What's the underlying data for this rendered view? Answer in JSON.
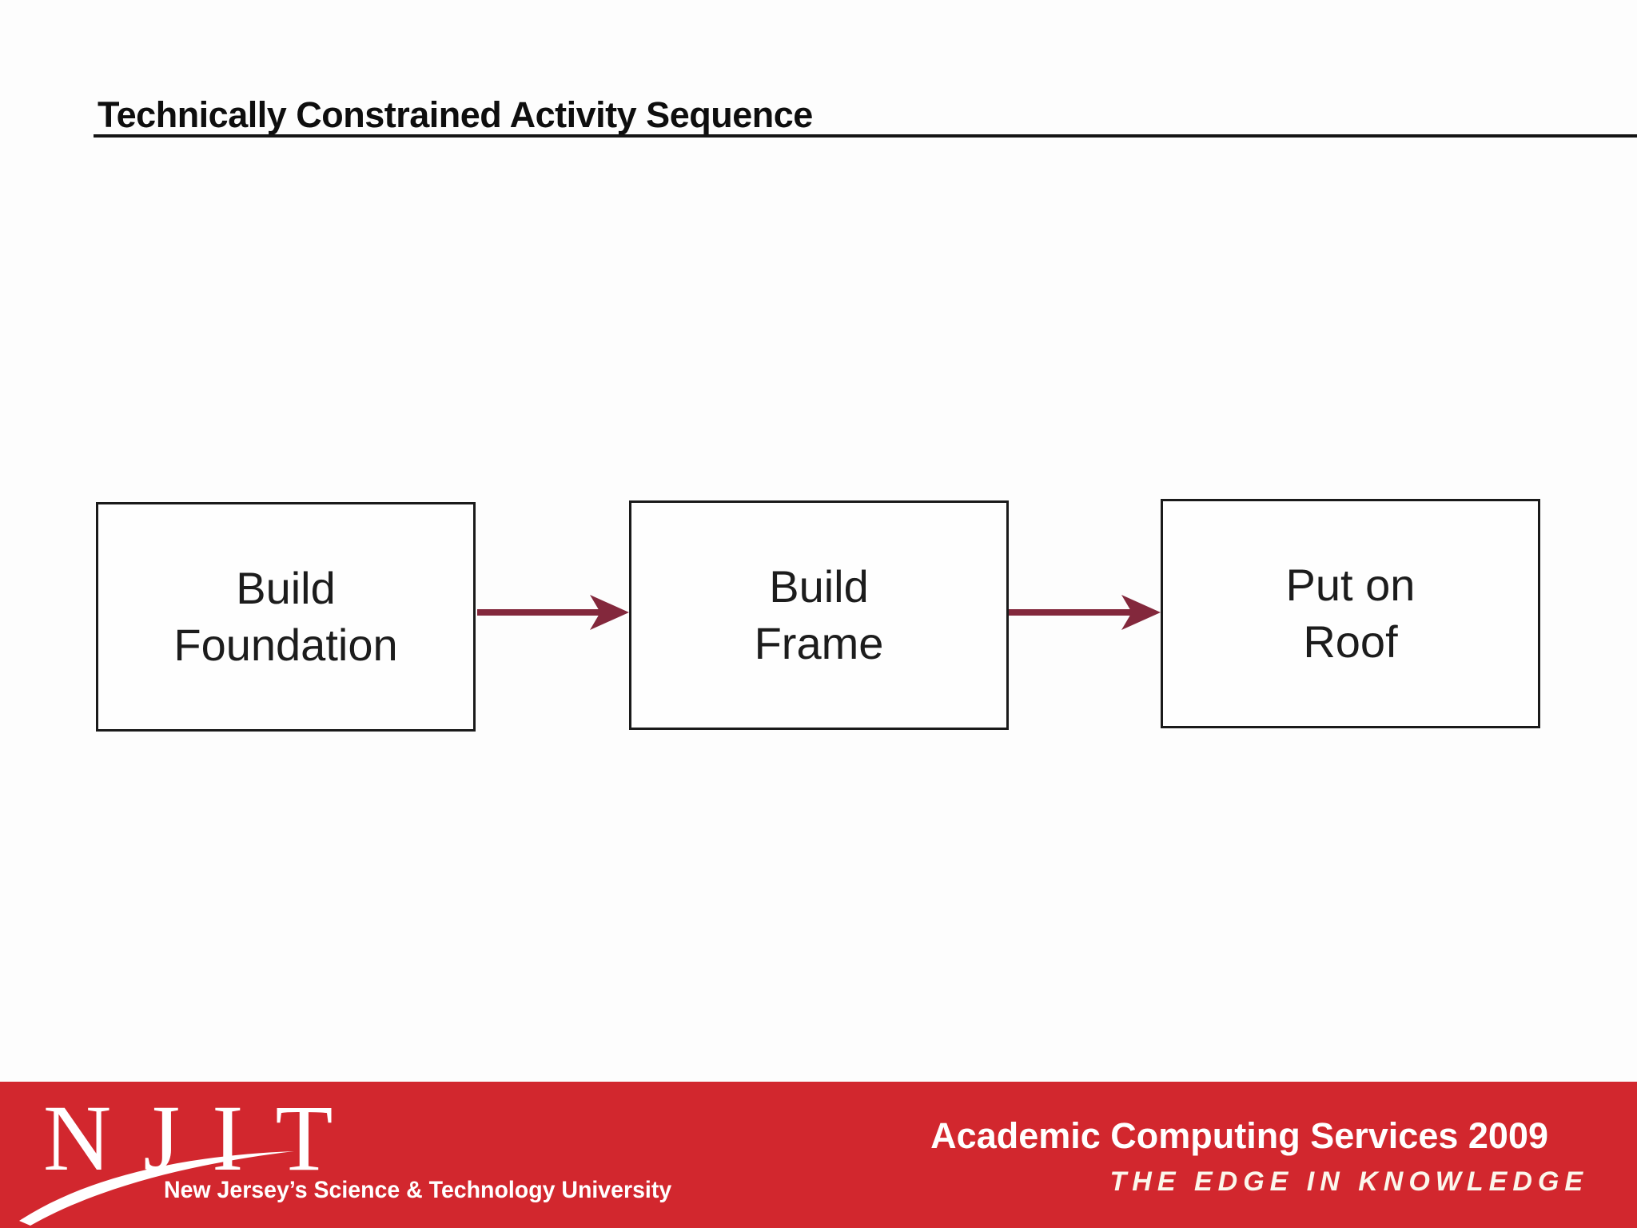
{
  "slide": {
    "title": "Technically Constrained Activity Sequence"
  },
  "colors": {
    "footer_red": "#D2272E",
    "arrow": "#83283C",
    "box_border": "#1a1a1a",
    "box_text": "#1c1c1c",
    "title_text": "#0e0e0e",
    "footer_text": "#ffffff",
    "slogan_text": "#FBF7EC",
    "slide_bg": "#fdfdfd"
  },
  "diagram": {
    "type": "flow-sequence",
    "nodes": [
      {
        "id": "build-foundation",
        "lines": [
          "Build",
          "Foundation"
        ]
      },
      {
        "id": "build-frame",
        "lines": [
          "Build",
          "Frame"
        ]
      },
      {
        "id": "put-on-roof",
        "lines": [
          "Put on",
          "Roof"
        ]
      }
    ],
    "edges": [
      {
        "from": "build-foundation",
        "to": "build-frame"
      },
      {
        "from": "build-frame",
        "to": "put-on-roof"
      }
    ]
  },
  "footer": {
    "logo_letters": "NJIT",
    "logo_tagline": "New Jersey’s Science & Technology University",
    "service_line": "Academic Computing Services 2009",
    "slogan": "THE EDGE IN KNOWLEDGE"
  }
}
